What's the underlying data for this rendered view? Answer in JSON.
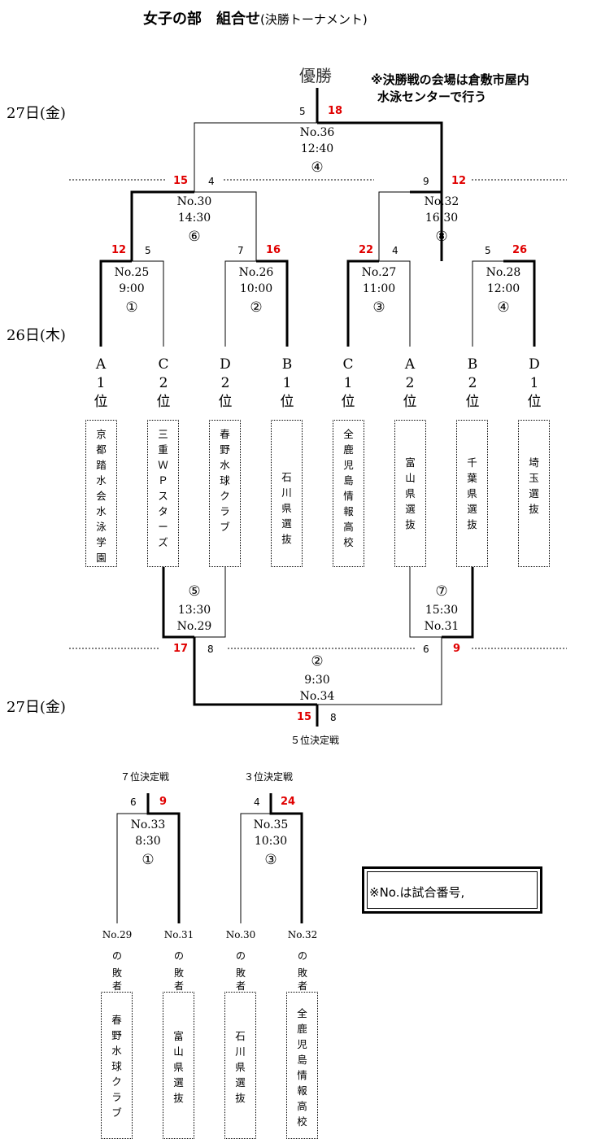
{
  "title": {
    "main": "女子の部　組合せ",
    "sub": "(決勝トーナメント)"
  },
  "winner_label": "優勝",
  "note": {
    "line1": "※決勝戦の会場は倉敷市屋内",
    "line2": "水泳センターで行う"
  },
  "days": {
    "top": "27日(金)",
    "mid": "26日(木)",
    "bottom": "27日(金)"
  },
  "matches": {
    "m25": {
      "no": "No.25",
      "time": "9:00",
      "court": "①",
      "left_score": "12",
      "right_score": "5"
    },
    "m26": {
      "no": "No.26",
      "time": "10:00",
      "court": "②",
      "left_score": "7",
      "right_score": "16"
    },
    "m27": {
      "no": "No.27",
      "time": "11:00",
      "court": "③",
      "left_score": "22",
      "right_score": "4"
    },
    "m28": {
      "no": "No.28",
      "time": "12:00",
      "court": "④",
      "left_score": "5",
      "right_score": "26"
    },
    "m30": {
      "no": "No.30",
      "time": "14:30",
      "court": "⑥",
      "left_score": "15",
      "right_score": "4"
    },
    "m32": {
      "no": "No.32",
      "time": "16:30",
      "court": "⑧",
      "left_score": "9",
      "right_score": "12"
    },
    "m36": {
      "no": "No.36",
      "time": "12:40",
      "court": "④",
      "left_score": "5",
      "right_score": "18"
    },
    "m29": {
      "no": "No.29",
      "time": "13:30",
      "court": "⑤"
    },
    "m31": {
      "no": "No.31",
      "time": "15:30",
      "court": "⑦"
    },
    "m34": {
      "no": "No.34",
      "time": "9:30",
      "court": "②",
      "left_score": "17",
      "left_score2": "8",
      "right_score": "6",
      "right_score2": "9",
      "final_left": "15",
      "final_right": "8",
      "label": "５位決定戦"
    },
    "m33": {
      "no": "No.33",
      "time": "8:30",
      "court": "①",
      "left_score": "6",
      "right_score": "9",
      "label": "７位決定戦"
    },
    "m35": {
      "no": "No.35",
      "time": "10:30",
      "court": "③",
      "left_score": "4",
      "right_score": "24",
      "label": "３位決定戦"
    }
  },
  "seeds": [
    {
      "group": "A",
      "rank": "1",
      "suffix": "位",
      "team": "京都踏水会水泳学園"
    },
    {
      "group": "C",
      "rank": "2",
      "suffix": "位",
      "team": "三重ＷＰスターズ"
    },
    {
      "group": "D",
      "rank": "2",
      "suffix": "位",
      "team": "春野水球クラブ"
    },
    {
      "group": "B",
      "rank": "1",
      "suffix": "位",
      "team": "石川県選抜"
    },
    {
      "group": "C",
      "rank": "1",
      "suffix": "位",
      "team": "全鹿児島情報高校"
    },
    {
      "group": "A",
      "rank": "2",
      "suffix": "位",
      "team": "富山県選抜"
    },
    {
      "group": "B",
      "rank": "2",
      "suffix": "位",
      "team": "千葉県選抜"
    },
    {
      "group": "D",
      "rank": "1",
      "suffix": "位",
      "team": "埼玉選抜"
    }
  ],
  "losers": [
    {
      "no": "No.29",
      "of": "の",
      "label": "敗者",
      "team": "春野水球クラブ"
    },
    {
      "no": "No.31",
      "of": "の",
      "label": "敗者",
      "team": "富山県選抜"
    },
    {
      "no": "No.30",
      "of": "の",
      "label": "敗者",
      "team": "石川県選抜"
    },
    {
      "no": "No.32",
      "of": "の",
      "label": "敗者",
      "team": "全鹿児島情報高校"
    }
  ],
  "legend": "※No.は試合番号,",
  "colors": {
    "winner_score": "#e00000",
    "line": "#000000"
  }
}
